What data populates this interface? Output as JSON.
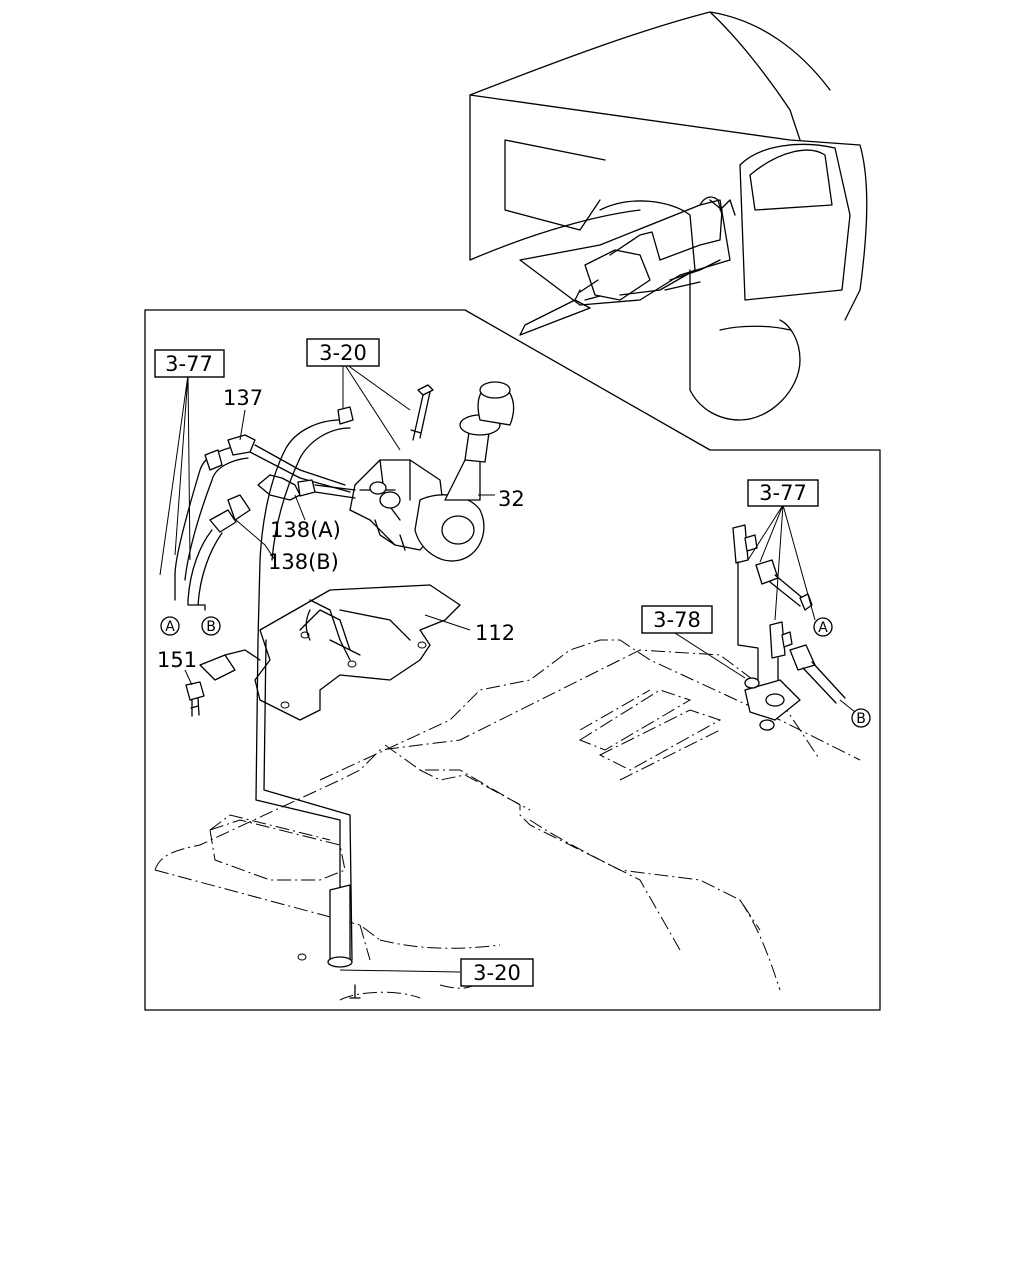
{
  "callouts": {
    "p137": "137",
    "p138a": "138(A)",
    "p138b": "138(B)",
    "p32": "32",
    "p112": "112",
    "p151": "151"
  },
  "refs": {
    "r377_left": "3-77",
    "r320_top": "3-20",
    "r377_right": "3-77",
    "r378": "3-78",
    "r320_bottom": "3-20"
  },
  "connectors": {
    "a_left": "A",
    "b_left": "B",
    "a_right": "A",
    "b_right": "B"
  }
}
